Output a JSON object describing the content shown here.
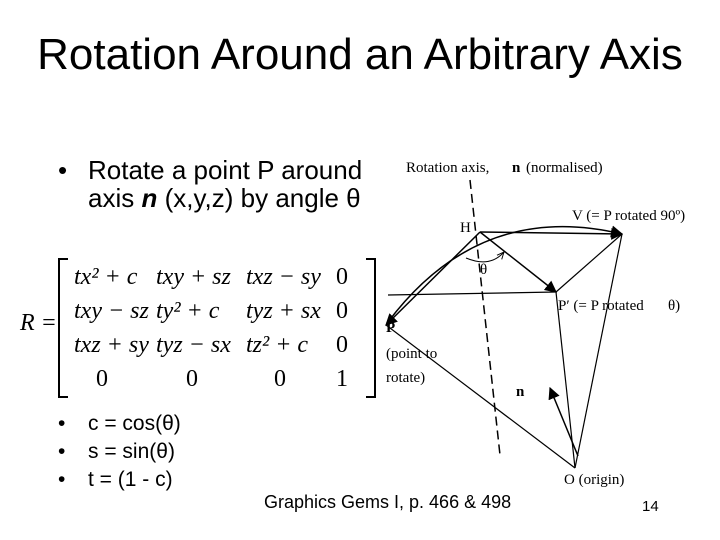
{
  "slide": {
    "title": "Rotation Around an Arbitrary Axis",
    "bullet_main": {
      "marker": "•",
      "text_before": "Rotate a point P around axis ",
      "axis_name": "n",
      "text_after": " (x,y,z) by angle θ"
    },
    "matrix": {
      "label": "R =",
      "rows": [
        [
          "tx² + c",
          "txy + sz",
          "txz − sy",
          "0"
        ],
        [
          "txy − sz",
          "ty² + c",
          "tyz + sx",
          "0"
        ],
        [
          "txz + sy",
          "tyz − sx",
          "tz² + c",
          "0"
        ],
        [
          "0",
          "0",
          "0",
          "1"
        ]
      ]
    },
    "definitions": [
      {
        "marker": "•",
        "text": "c = cos(θ)"
      },
      {
        "marker": "•",
        "text": "s = sin(θ)"
      },
      {
        "marker": "•",
        "text": "t = (1 - c)"
      }
    ],
    "citation": "Graphics Gems I, p. 466 & 498",
    "page_number": "14"
  },
  "diagram": {
    "rotation_axis": "Rotation axis,",
    "n_bold": "n",
    "normalised": "(normalised)",
    "v_label": "V (= P rotated 90º)",
    "h_label": "H",
    "theta_arc": "θ",
    "p_prime": "P′ (= P rotated",
    "theta_right": "θ)",
    "p_label": "P",
    "point_to": "(point to",
    "rotate": "rotate)",
    "n_label": "n",
    "origin": "O (origin)"
  }
}
